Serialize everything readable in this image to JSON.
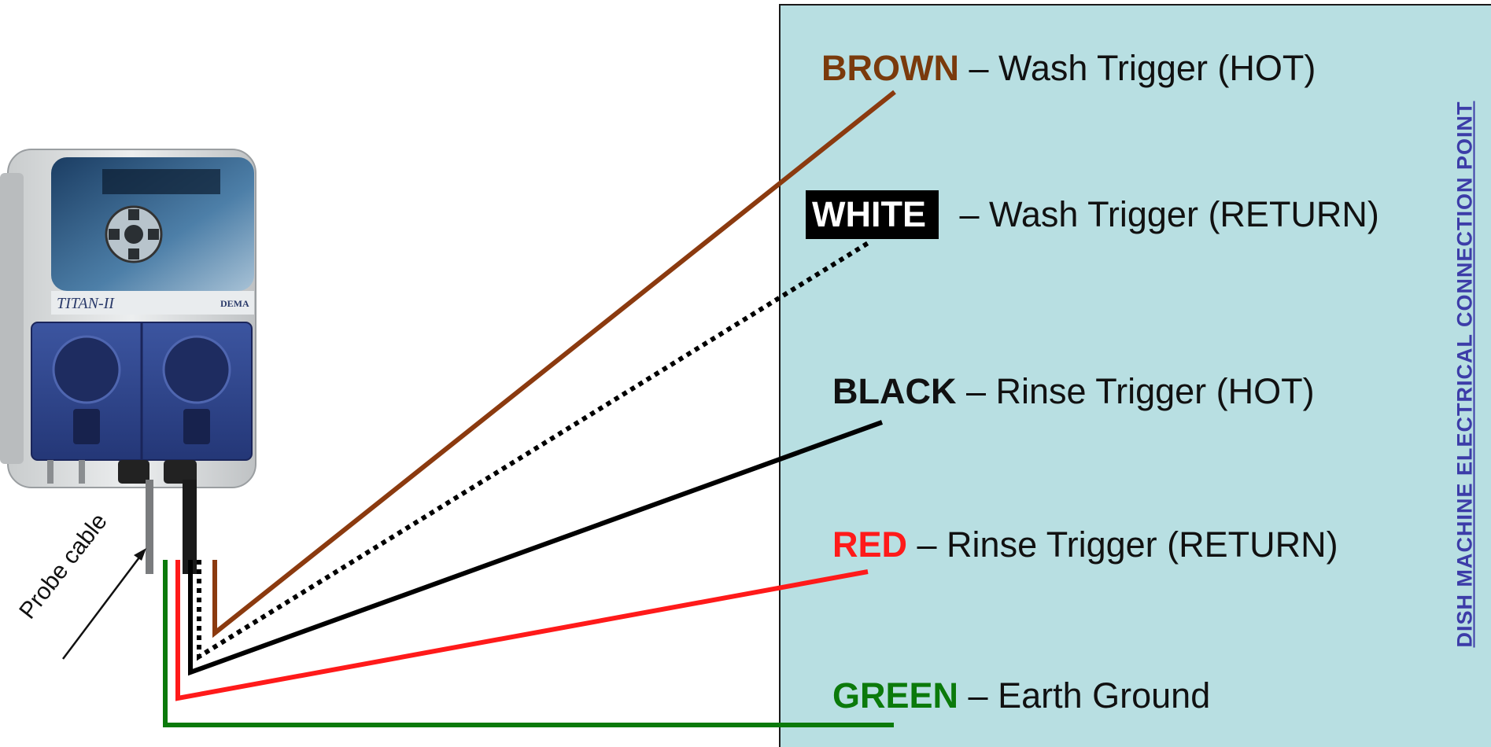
{
  "side_title": "DISH MACHINE ELECTRICAL CONNECTION POINT",
  "device": {
    "model": "TITAN-II",
    "brand": "DEMA"
  },
  "probe_label": "Probe cable",
  "wires": [
    {
      "color_name": "BROWN",
      "desc": "– Wash Trigger (HOT)",
      "hex": "#8b3a0f"
    },
    {
      "color_name": "WHITE",
      "desc": "– Wash Trigger (RETURN)",
      "hex": "#ffffff"
    },
    {
      "color_name": "BLACK",
      "desc": "– Rinse Trigger (HOT)",
      "hex": "#000000"
    },
    {
      "color_name": "RED",
      "desc": "– Rinse Trigger (RETURN)",
      "hex": "#ff1a1a"
    },
    {
      "color_name": "GREEN",
      "desc": "– Earth Ground",
      "hex": "#0b7a0b"
    }
  ]
}
